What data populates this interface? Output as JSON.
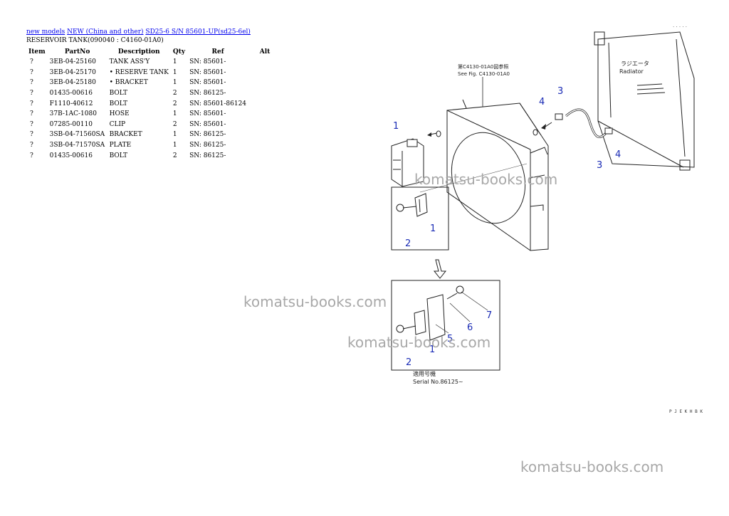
{
  "breadcrumb": {
    "link1": "new models",
    "link2": "NEW (China and other)",
    "link3": "SD25-6 S/N 85601-UP(sd25-6el)"
  },
  "page_title": "RESERVOIR TANK(090040 : C4160-01A0)",
  "table": {
    "headers": [
      "Item",
      "PartNo",
      "Description",
      "Qty",
      "Ref",
      "Alt"
    ],
    "rows": [
      {
        "item": "?",
        "part": "3EB-04-25160",
        "desc": "TANK ASS'Y",
        "qty": "1",
        "ref": "SN: 85601-",
        "alt": ""
      },
      {
        "item": "?",
        "part": "3EB-04-25170",
        "desc": "• RESERVE TANK",
        "qty": "1",
        "ref": "SN: 85601-",
        "alt": ""
      },
      {
        "item": "?",
        "part": "3EB-04-25180",
        "desc": "• BRACKET",
        "qty": "1",
        "ref": "SN: 85601-",
        "alt": ""
      },
      {
        "item": "?",
        "part": "01435-00616",
        "desc": "BOLT",
        "qty": "2",
        "ref": "SN: 86125-",
        "alt": ""
      },
      {
        "item": "?",
        "part": "F1110-40612",
        "desc": "BOLT",
        "qty": "2",
        "ref": "SN: 85601-86124",
        "alt": ""
      },
      {
        "item": "?",
        "part": "37B-1AC-1080",
        "desc": "HOSE",
        "qty": "1",
        "ref": "SN: 85601-",
        "alt": ""
      },
      {
        "item": "?",
        "part": "07285-00110",
        "desc": "CLIP",
        "qty": "2",
        "ref": "SN: 85601-",
        "alt": ""
      },
      {
        "item": "?",
        "part": "3SB-04-71560SA",
        "desc": "BRACKET",
        "qty": "1",
        "ref": "SN: 86125-",
        "alt": ""
      },
      {
        "item": "?",
        "part": "3SB-04-71570SA",
        "desc": "PLATE",
        "qty": "1",
        "ref": "SN: 86125-",
        "alt": ""
      },
      {
        "item": "?",
        "part": "01435-00616",
        "desc": "BOLT",
        "qty": "2",
        "ref": "SN: 86125-",
        "alt": ""
      }
    ]
  },
  "diagram": {
    "ref_note_jp": "第C4130-01A0図参照",
    "ref_note": "See Fig. C4130-01A0",
    "radiator_jp": "ラジエータ",
    "radiator_label": "Radiator",
    "serial_jp": "適用号機",
    "serial_note": "Serial No.86125~",
    "corner_code": "P J E K H B K",
    "top_code": "· · · · ·",
    "callouts": [
      "1",
      "2",
      "1",
      "3",
      "3",
      "4",
      "4",
      "1",
      "2",
      "5",
      "6",
      "7"
    ]
  },
  "watermark": "komatsu-books.com",
  "colors": {
    "link": "#0000ee",
    "callout": "#1a2bb5",
    "watermark": "#a8a8a8"
  }
}
